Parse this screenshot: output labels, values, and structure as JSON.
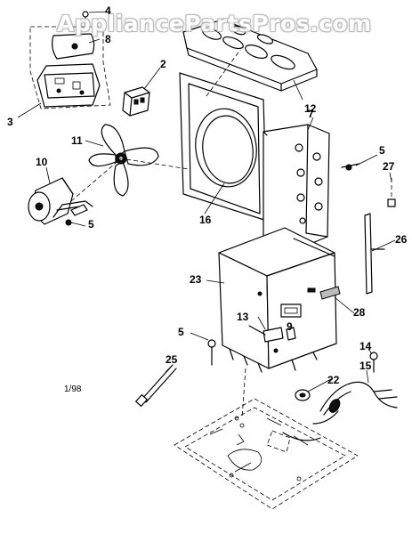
{
  "watermark": {
    "text": "AppliancePartsPros.com"
  },
  "date_code": "1/98",
  "callouts": {
    "c4": "4",
    "c8": "8",
    "c3": "3",
    "c2": "2",
    "c12": "12",
    "c11": "11",
    "c7": "7",
    "c5a": "5",
    "c27": "27",
    "c10": "10",
    "c5b": "5",
    "c16": "16",
    "c26": "26",
    "c23": "23",
    "c28": "28",
    "c13": "13",
    "c9": "9",
    "c5c": "5",
    "c14": "14",
    "c25": "25",
    "c15": "15",
    "c22": "22"
  }
}
